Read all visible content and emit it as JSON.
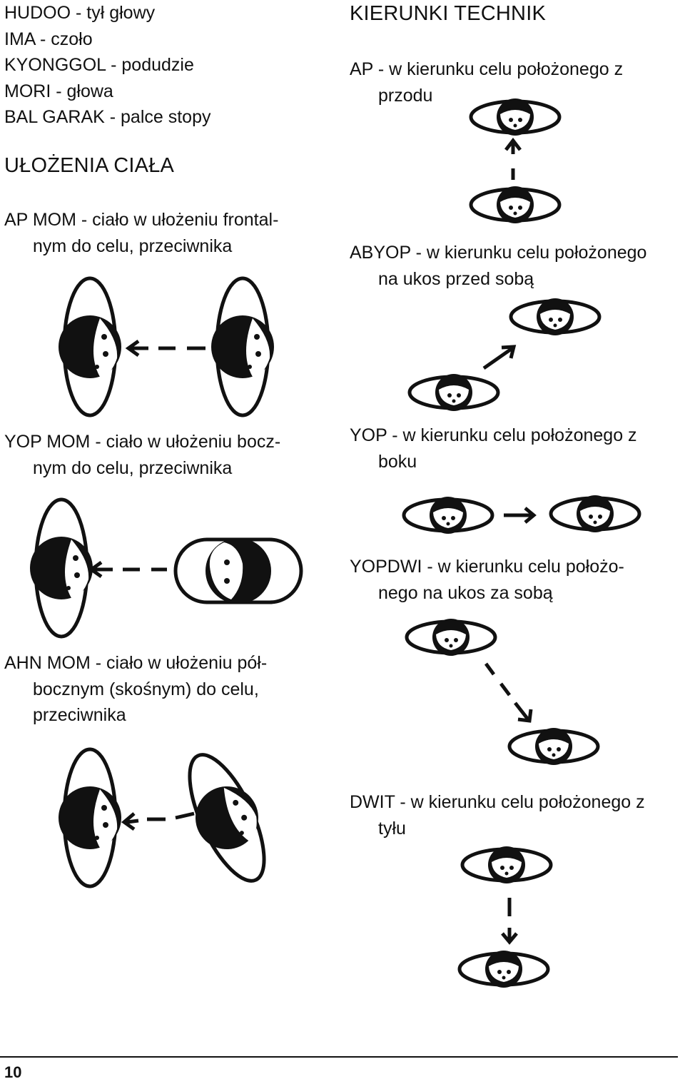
{
  "terms": [
    "HUDOO - tył głowy",
    "IMA - czoło",
    "KYONGGOL - podudzie",
    "MORI - głowa",
    "BAL GARAK - palce stopy"
  ],
  "body_positions": {
    "heading": "UŁOŻENIA CIAŁA",
    "items": [
      {
        "line1": "AP MOM - ciało w ułożeniu frontal-",
        "line2": "nym do celu, przeciwnika"
      },
      {
        "line1": "YOP MOM - ciało w ułożeniu bocz-",
        "line2": "nym do celu, przeciwnika"
      },
      {
        "line1": "AHN MOM - ciało w ułożeniu pół-",
        "line2": "bocznym (skośnym) do celu,",
        "line3": "przeciwnika"
      }
    ]
  },
  "directions": {
    "heading": "KIERUNKI TECHNIK",
    "items": [
      {
        "line1": "AP - w kierunku celu położonego z",
        "line2": "przodu"
      },
      {
        "line1": "ABYOP - w kierunku celu położonego",
        "line2": "na ukos przed sobą"
      },
      {
        "line1": "YOP - w kierunku celu położonego z",
        "line2": "boku"
      },
      {
        "line1": "YOPDWI - w kierunku celu położo-",
        "line2": "nego na ukos za sobą"
      },
      {
        "line1": "DWIT - w kierunku celu położonego z",
        "line2": "tyłu"
      }
    ]
  },
  "page_number": "10"
}
